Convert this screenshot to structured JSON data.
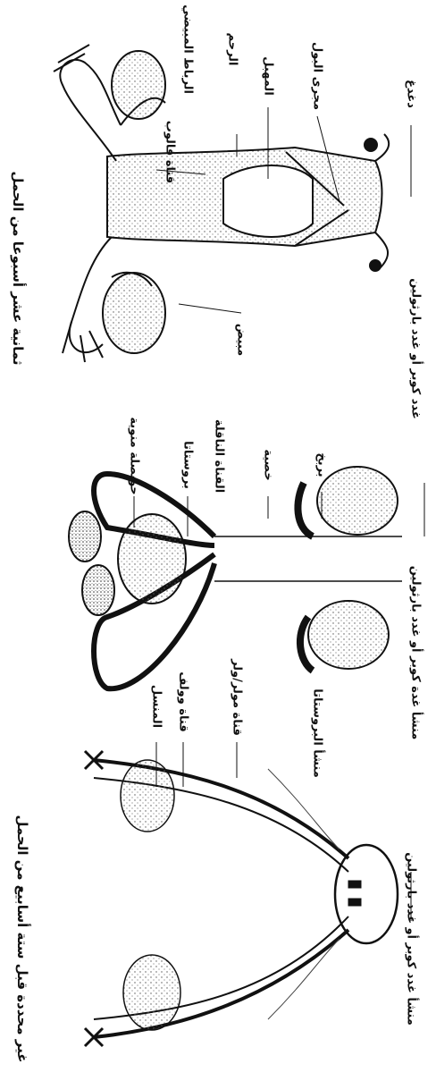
{
  "panel_indifferent": {
    "title": "غير محددة قبل ستة أسابيع من الحمل",
    "labels": {
      "gonad": "المنسل",
      "wolffian_duct": "قناة وولف",
      "mullerian_duct": "قناة مولر/ولر",
      "prostate_origin": "منشأ البروستاتا",
      "bulbourethral_origin": "منشأ غدد كوبر أو غدد بارثولين"
    }
  },
  "panel_male": {
    "labels": {
      "seminal_vesicle": "حويصلة منوية",
      "prostate": "بروستاتا",
      "vas_deferens": "القناة الناقلة",
      "testis": "خصية",
      "epididymis": "بربخ",
      "cowper_origin": "منشأ غدة كوبر أو غدد بارثولين"
    }
  },
  "panel_female": {
    "title": "ثمانية عشر أسبوعا من الحمل",
    "labels": {
      "fallopian_tube": "قناة فالوب",
      "broad_ligament": "الرباط المبيضي",
      "uterus": "الرحم",
      "vagina": "المهبل",
      "urethra": "مجرى البول",
      "clitoris": "دغدغ",
      "ovary": "مبيض",
      "cowper_gland": "غدد كوبر أو غدد بارثولين"
    }
  }
}
